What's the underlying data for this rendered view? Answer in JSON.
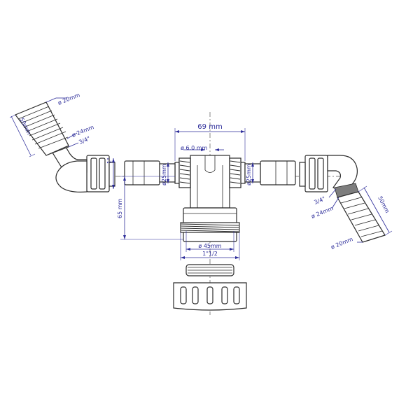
{
  "labels": {
    "width_69": "69 mm",
    "bore_6": "ø 6.0 mm",
    "left_25": "ø25mm",
    "right_25": "ø25mm",
    "height_65": "65 mm",
    "thread_1in": "1\"",
    "bore_45": "ø 45mm",
    "thread_1_1_2": "1\"1/2",
    "left_20": "ø 20mm",
    "left_24": "ø 24mm",
    "left_3_4": "3/4\"",
    "left_50": "50mm",
    "right_20": "ø 20mm",
    "right_24": "ø 24mm",
    "right_3_4": "3/4\"",
    "right_50": "50mm"
  },
  "colors": {
    "dimension": "#2d2d9a",
    "outline": "#2b2b2b",
    "thread": "#7d7d7d"
  }
}
